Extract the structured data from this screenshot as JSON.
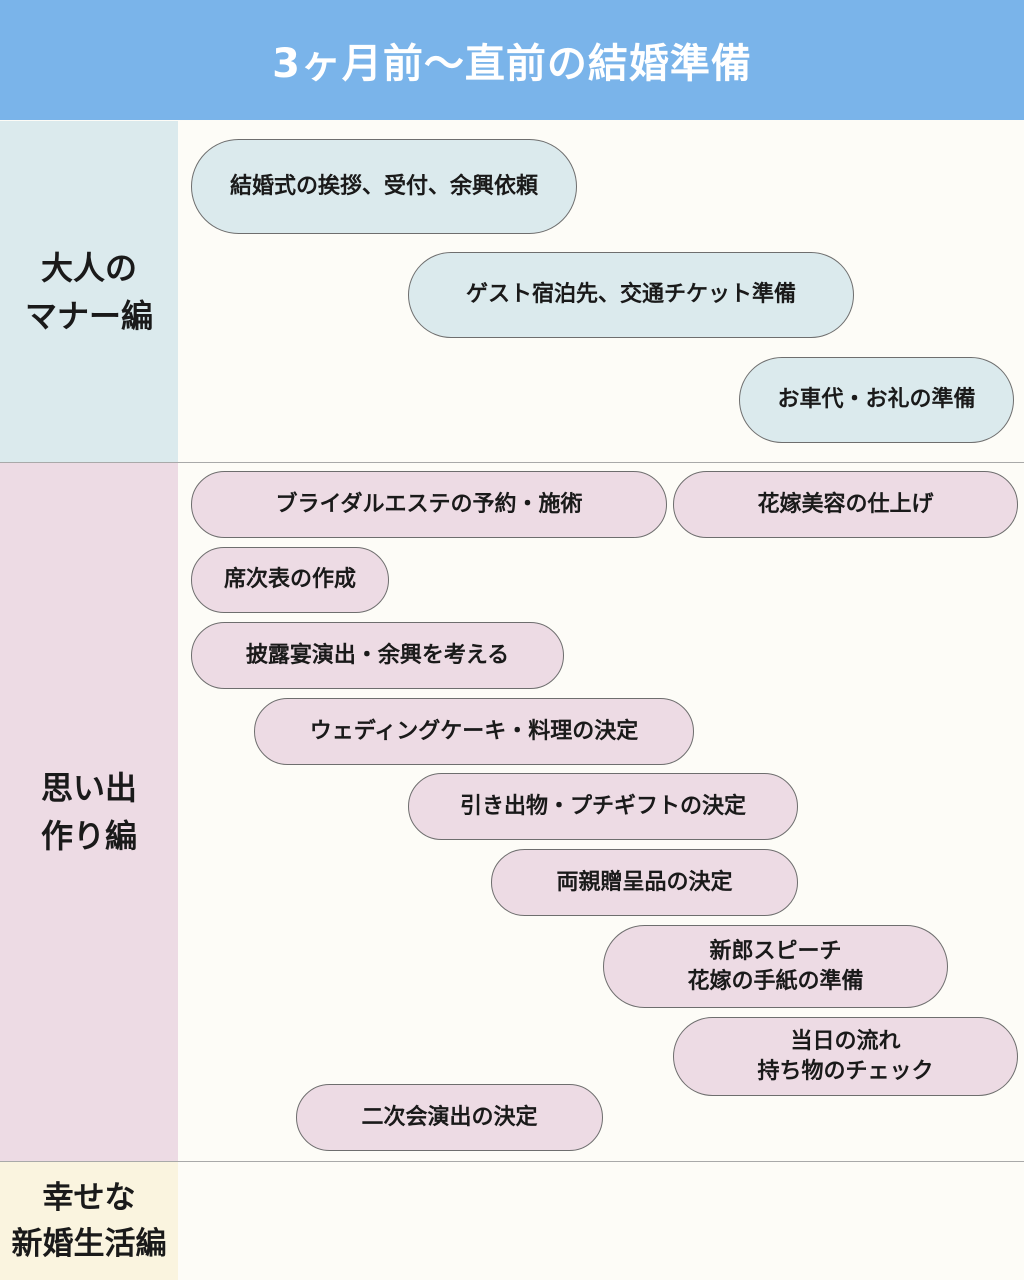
{
  "title": "3ヶ月前〜直前の結婚準備",
  "sections": {
    "manner": {
      "line1": "大人の",
      "line2": "マナー編"
    },
    "memory": {
      "line1": "思い出",
      "line2": "作り編"
    },
    "life": {
      "line1": "幸せな",
      "line2": "新婚生活編"
    }
  },
  "tasks": {
    "manner": [
      "結婚式の挨拶、受付、余興依頼",
      "ゲスト宿泊先、交通チケット準備",
      "お車代・お礼の準備"
    ],
    "memory": {
      "bridal_esthe": "ブライダルエステの予約・施術",
      "bride_beauty": "花嫁美容の仕上げ",
      "seating_chart": "席次表の作成",
      "reception_show": "披露宴演出・余興を考える",
      "cake_food": "ウェディングケーキ・料理の決定",
      "gifts": "引き出物・プチギフトの決定",
      "parents_gift": "両親贈呈品の決定",
      "speech_letter": {
        "line1": "新郎スピーチ",
        "line2": "花嫁の手紙の準備"
      },
      "day_flow": {
        "line1": "当日の流れ",
        "line2": "持ち物のチェック"
      },
      "after_party": "二次会演出の決定"
    }
  },
  "colors": {
    "header": "#7ab4ea",
    "manner": "#dbeaed",
    "memory": "#eddbe4",
    "life": "#faf4df",
    "background": "#fdfcf7"
  }
}
